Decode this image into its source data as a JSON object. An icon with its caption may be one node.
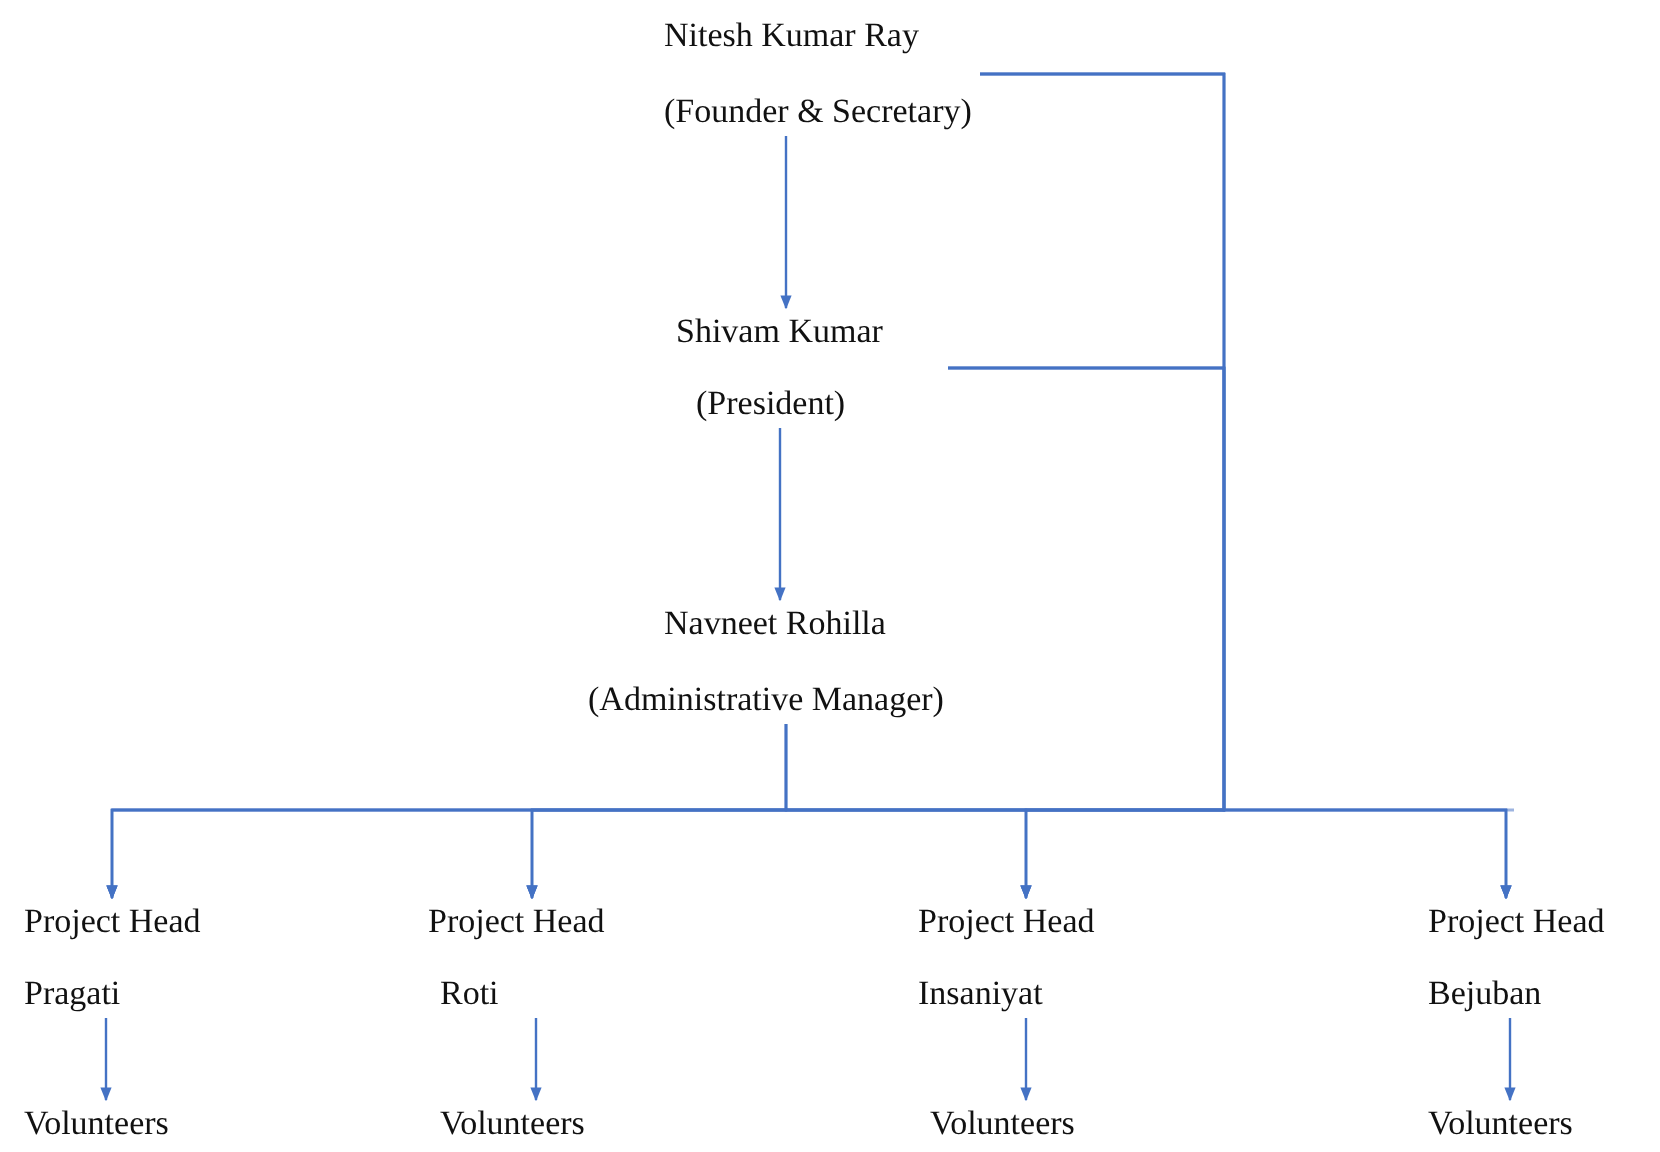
{
  "diagram": {
    "nodes": [
      {
        "text": [
          "Nitesh Kumar Ray",
          "(Founder & Secretary)"
        ]
      },
      {
        "text": [
          "Shivam Kumar",
          "(President)"
        ]
      },
      {
        "text": [
          "Navneet Rohilla",
          "(Administrative Manager)"
        ]
      },
      {
        "text": [
          "Project Head",
          "Pragati"
        ]
      },
      {
        "text": [
          "Project Head",
          "Roti"
        ]
      },
      {
        "text": [
          "Project Head",
          "Insaniyat"
        ]
      },
      {
        "text": [
          "Project Head",
          "Bejuban"
        ]
      },
      {
        "text": [
          "Volunteers"
        ]
      },
      {
        "text": [
          "Volunteers"
        ]
      },
      {
        "text": [
          "Volunteers"
        ]
      },
      {
        "text": [
          "Volunteers"
        ]
      }
    ],
    "edges": [
      {
        "from": 0,
        "to": 1,
        "arrow": "to"
      },
      {
        "from": 1,
        "to": 2,
        "arrow": "to"
      },
      {
        "from": 2,
        "to": 3,
        "arrow": "to"
      },
      {
        "from": 2,
        "to": 4,
        "arrow": "to"
      },
      {
        "from": 2,
        "to": 5,
        "arrow": "to"
      },
      {
        "from": 2,
        "to": 6,
        "arrow": "to"
      },
      {
        "from": 0,
        "to": 3,
        "arrow": "to"
      },
      {
        "from": 0,
        "to": 4,
        "arrow": "to"
      },
      {
        "from": 0,
        "to": 5,
        "arrow": "to"
      },
      {
        "from": 0,
        "to": 6,
        "arrow": "to"
      },
      {
        "from": 1,
        "to": 3,
        "arrow": "to"
      },
      {
        "from": 1,
        "to": 4,
        "arrow": "to"
      },
      {
        "from": 1,
        "to": 5,
        "arrow": "to"
      },
      {
        "from": 1,
        "to": 6,
        "arrow": "to"
      },
      {
        "from": 3,
        "to": 7,
        "arrow": "to"
      },
      {
        "from": 4,
        "to": 8,
        "arrow": "to"
      },
      {
        "from": 5,
        "to": 9,
        "arrow": "to"
      },
      {
        "from": 6,
        "to": 10,
        "arrow": "to"
      }
    ]
  }
}
